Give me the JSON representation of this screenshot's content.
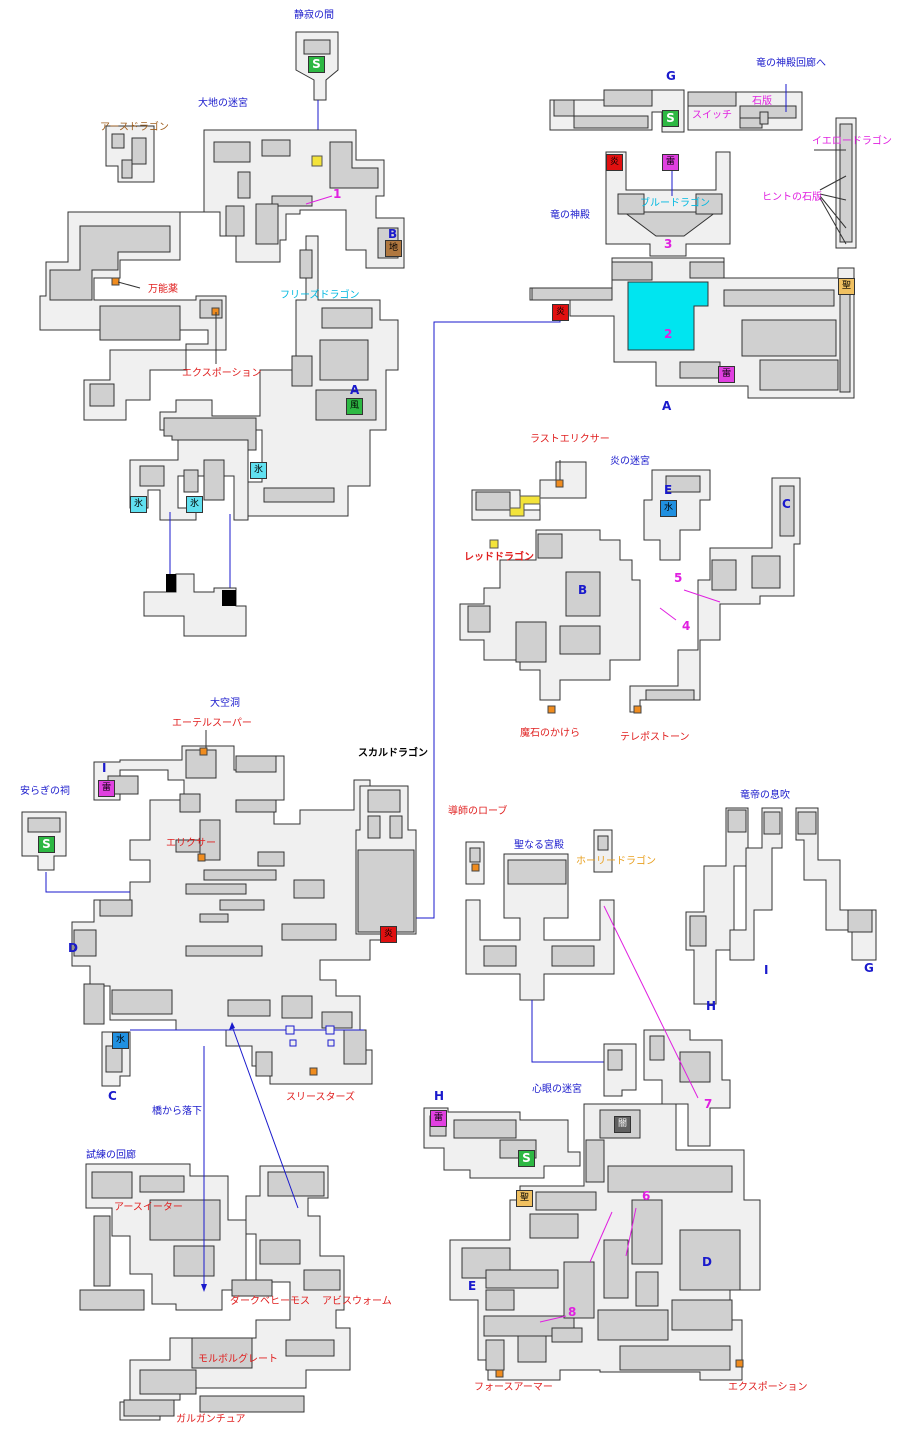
{
  "labels": {
    "seijaku": "静寂の間",
    "daichi": "大地の迷宮",
    "earth_dragon": "アースドラゴン",
    "bannouyaku": "万能薬",
    "ex_potion_1": "エクスポーション",
    "freeze_dragon": "フリーズドラゴン",
    "g": "G",
    "ryu_kairo": "竜の神殿回廊へ",
    "switch": "スイッチ",
    "sekihi": "石版",
    "yellow_dragon": "イエロードラゴン",
    "hint_sekihi": "ヒントの石版",
    "blue_dragon": "ブルードラゴン",
    "ryu_shinden": "竜の神殿",
    "a_upper": "A",
    "last_elixir": "ラストエリクサー",
    "honoo": "炎の迷宮",
    "red_dragon": "レッドドラゴン",
    "maseki": "魔石のかけら",
    "teleport": "テレポストーン",
    "daikudou": "大空洞",
    "ether_super": "エーテルスーパー",
    "skull_dragon": "スカルドラゴン",
    "yasuragi": "安らぎの祠",
    "elixir": "エリクサー",
    "three_stars": "スリースターズ",
    "hashi": "橋から落下",
    "shiren": "試練の回廊",
    "earth_eater": "アースイーター",
    "dark_behemoth": "ダークベヒーモス",
    "abyss_worm": "アビスウォーム",
    "morbol_great": "モルボルグレート",
    "gargan_cure": "ガルガンチュア",
    "doushi_robe": "導師のローブ",
    "seinaru": "聖なる宮殿",
    "holy_dragon": "ホーリードラゴン",
    "ryutei": "竜帝の息吹",
    "shingan": "心眼の迷宮",
    "force_armor": "フォースアーマー",
    "ex_potion_2": "エクスポーション",
    "letters": {
      "A": "A",
      "B": "B",
      "C": "C",
      "D": "D",
      "E": "E",
      "G": "G",
      "H": "H",
      "I": "I"
    },
    "numbers": {
      "n1": "1",
      "n2": "2",
      "n3": "3",
      "n4": "4",
      "n5": "5",
      "n6": "6",
      "n7": "7",
      "n8": "8"
    }
  },
  "markers": {
    "s": "S",
    "chi": "地",
    "kaze": "風",
    "kori": "氷",
    "hono": "炎",
    "mizu": "水",
    "kaminari": "雷",
    "sei": "聖",
    "yami": "闇"
  },
  "colors": {
    "floor": "#f0f0f0",
    "wall": "#d0d0d0",
    "outline": "#333333",
    "cyan_room": "#00e5f0",
    "link_line": "#1a1acc",
    "arrow": "#e020e0"
  }
}
